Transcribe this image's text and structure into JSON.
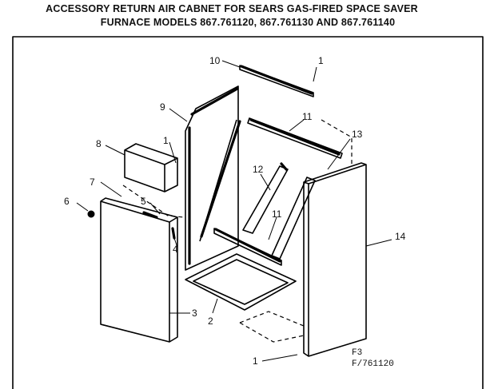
{
  "title": {
    "line1": "ACCESSORY RETURN AIR CABNET FOR SEARS GAS-FIRED SPACE SAVER",
    "line2": "FURNACE MODELS 867.761120, 867.761130 AND 867.761140"
  },
  "callouts": {
    "c1a": "1",
    "c2": "2",
    "c3": "3",
    "c4": "4",
    "c5": "5",
    "c6": "6",
    "c7": "7",
    "c8": "8",
    "c9": "9",
    "c10": "10",
    "c11a": "11",
    "c11b": "11",
    "c12": "12",
    "c13": "13",
    "c14": "14",
    "c1b": "1",
    "c1c": "1"
  },
  "reference": {
    "fig": "F3",
    "code": "F/761120"
  }
}
